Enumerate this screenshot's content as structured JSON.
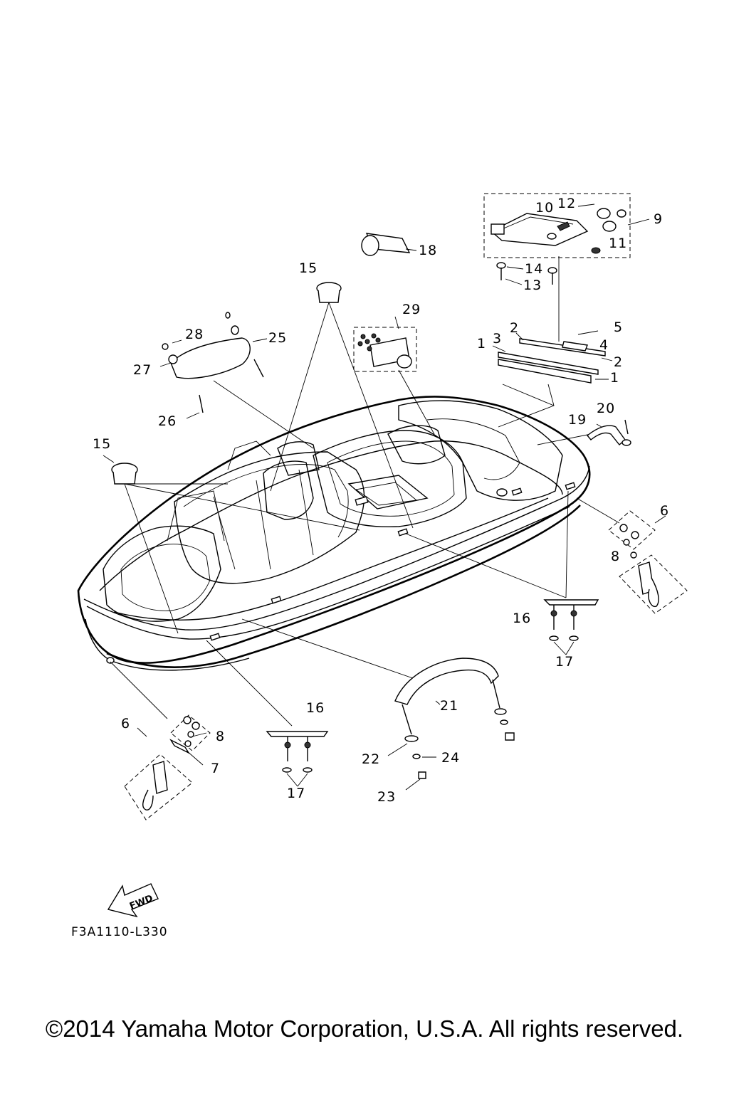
{
  "diagram": {
    "labels": {
      "l1a": "1",
      "l1b": "1",
      "l2a": "2",
      "l2b": "2",
      "l3": "3",
      "l4": "4",
      "l5": "5",
      "l6a": "6",
      "l6b": "6",
      "l7": "7",
      "l8a": "8",
      "l8b": "8",
      "l9": "9",
      "l10": "10",
      "l11": "11",
      "l12": "12",
      "l13": "13",
      "l14": "14",
      "l15a": "15",
      "l15b": "15",
      "l16a": "16",
      "l16b": "16",
      "l17a": "17",
      "l17b": "17",
      "l18": "18",
      "l19": "19",
      "l20": "20",
      "l21": "21",
      "l22": "22",
      "l23": "23",
      "l24": "24",
      "l25": "25",
      "l26": "26",
      "l27": "27",
      "l28": "28",
      "l29": "29"
    },
    "fwd_marker": "FWD",
    "drawing_code": "F3A1110-L330"
  },
  "footer": {
    "copyright": "©2014 Yamaha Motor Corporation, U.S.A. All rights reserved."
  }
}
